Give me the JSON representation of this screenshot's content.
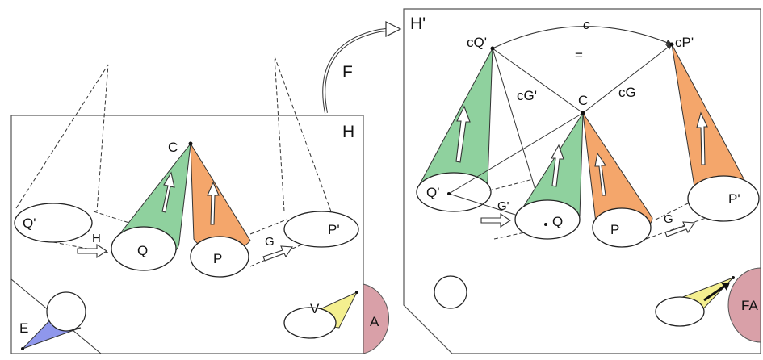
{
  "diagram": {
    "left_panel": {
      "label": "H",
      "cone_labels": {
        "apex": "C",
        "green": "Q",
        "orange": "P",
        "left_shadow": "Q'",
        "right_shadow": "P'"
      },
      "arrow_labels": {
        "h": "H",
        "g": "G"
      },
      "corner_labels": {
        "e": "E",
        "v": "V",
        "a": "A"
      }
    },
    "map_label": "F",
    "right_panel": {
      "label": "H'",
      "point_labels": {
        "cq_prime": "cQ'",
        "cp_prime": "cP'",
        "c": "C",
        "cg_prime": "cG'",
        "cg": "cG",
        "c_arc": "c",
        "equals": "="
      },
      "cone_labels": {
        "q_prime": "Q'",
        "q": "Q",
        "p": "P",
        "p_prime": "P'"
      },
      "arrow_labels": {
        "g_prime": "G'",
        "g": "G"
      },
      "corner_labels": {
        "fa": "FA"
      }
    },
    "colors": {
      "green": "#8fd19e",
      "orange": "#f4a66b",
      "blue": "#8f97ec",
      "yellow": "#f4ef8f",
      "pink": "#d9a0a8",
      "line": "#333333"
    }
  }
}
